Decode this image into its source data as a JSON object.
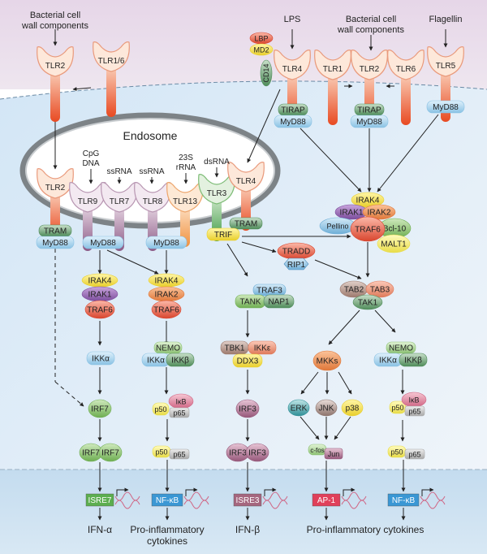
{
  "title": "Toll-like receptor signaling pathways",
  "colors": {
    "extracellular": "#e9dcea",
    "cytoplasm": "#dcecf8",
    "nucleus": "#c5def0",
    "endosome_fill": "#ffffff",
    "endosome_border": "#8a8f93"
  },
  "labels": {
    "bacterial_left": [
      "Bacterial cell",
      "wall components"
    ],
    "bacterial_right": [
      "Bacterial cell",
      "wall components"
    ],
    "lps": "LPS",
    "flagellin": "Flagellin",
    "endosome": "Endosome",
    "cpg": [
      "CpG",
      "DNA"
    ],
    "ssrna1": "ssRNA",
    "ssrna2": "ssRNA",
    "rrna": [
      "23S",
      "rRNA"
    ],
    "dsrna": "dsRNA"
  },
  "receptors": [
    {
      "id": "tlr2-surface-left",
      "label": "TLR2",
      "color": "orange"
    },
    {
      "id": "tlr16",
      "label": "TLR1/6",
      "color": "orange"
    },
    {
      "id": "tlr4-surface",
      "label": "TLR4",
      "color": "orange"
    },
    {
      "id": "tlr1",
      "label": "TLR1",
      "color": "orange"
    },
    {
      "id": "tlr2-surface-right",
      "label": "TLR2",
      "color": "orange"
    },
    {
      "id": "tlr6",
      "label": "TLR6",
      "color": "orange"
    },
    {
      "id": "tlr5",
      "label": "TLR5",
      "color": "orange"
    },
    {
      "id": "tlr2-endo",
      "label": "TLR2",
      "color": "orange"
    },
    {
      "id": "tlr9",
      "label": "TLR9",
      "color": "purple"
    },
    {
      "id": "tlr7",
      "label": "TLR7",
      "color": "purple"
    },
    {
      "id": "tlr8",
      "label": "TLR8",
      "color": "purple"
    },
    {
      "id": "tlr13",
      "label": "TLR13",
      "color": "lightorange"
    },
    {
      "id": "tlr3",
      "label": "TLR3",
      "color": "green"
    },
    {
      "id": "tlr4-endo",
      "label": "TLR4",
      "color": "orange"
    }
  ],
  "nodes": {
    "lbp": "LBP",
    "md2": "MD2",
    "cd14": "CD14",
    "tirap1": "TIRAP",
    "myd88_1": "MyD88",
    "tirap2": "TIRAP",
    "myd88_2": "MyD88",
    "myd88_3": "MyD88",
    "tram1": "TRAM",
    "myd88_4": "MyD88",
    "myd88_5": "MyD88",
    "myd88_6": "MyD88",
    "tram2": "TRAM",
    "trif": "TRIF",
    "irak4_r": "IRAK4",
    "irak1_r": "IRAK1",
    "irak2_r": "IRAK2",
    "pellino": "Pellino",
    "traf6_r": "TRAF6",
    "bcl10": "Bcl-10",
    "malt1": "MALT1",
    "tradd": "TRADD",
    "rip1": "RIP1",
    "tab2": "TAB2",
    "tab3": "TAB3",
    "tak1": "TAK1",
    "irak4_a": "IRAK4",
    "irak1_a": "IRAK1",
    "traf6_a": "TRAF6",
    "irak4_b": "IRAK4",
    "irak2_b": "IRAK2",
    "traf6_b": "TRAF6",
    "traf3": "TRAF3",
    "tank": "TANK",
    "nap1": "NAP1",
    "ikka_a": "IKKα",
    "nemo_b": "NEMO",
    "ikka_b": "IKKα",
    "ikkb_b": "IKKβ",
    "tbk1": "TBK1",
    "ikke": "IKKε",
    "ddx3": "DDX3",
    "mkks": "MKKs",
    "nemo_r": "NEMO",
    "ikka_r": "IKKα",
    "ikkb_r": "IKKβ",
    "irf7": "IRF7",
    "p50_b1": "p50",
    "ikb_b": "IκB",
    "p65_b1": "p65",
    "irf3": "IRF3",
    "erk": "ERK",
    "jnk": "JNK",
    "p38": "p38",
    "p50_r1": "p50",
    "ikb_r": "IκB",
    "p65_r1": "p65",
    "irf7_d1": "IRF7",
    "irf7_d2": "IRF7",
    "p50_b2": "p50",
    "p65_b2": "p65",
    "irf3_d1": "IRF3",
    "irf3_d2": "IRF3",
    "cfos": "c-fos",
    "jun": "Jun",
    "p50_r2": "p50",
    "p65_r2": "p65"
  },
  "transcription": [
    {
      "id": "isre7",
      "label": "ISRE7",
      "output": [
        "IFN-α"
      ],
      "color": "#5cae4f"
    },
    {
      "id": "nfkb-left",
      "label": "NF-κB",
      "output": [
        "Pro-inflammatory",
        "cytokines"
      ],
      "color": "#3a97d4"
    },
    {
      "id": "isre3",
      "label": "ISRE3",
      "output": [
        "IFN-β"
      ],
      "color": "#a5677f"
    },
    {
      "id": "ap1",
      "label": "AP-1",
      "output": [],
      "color": "#e0405a"
    },
    {
      "id": "nfkb-right",
      "label": "NF-κB",
      "output": [],
      "color": "#3a97d4"
    }
  ],
  "output_right": "Pro-inflammatory cytokines"
}
